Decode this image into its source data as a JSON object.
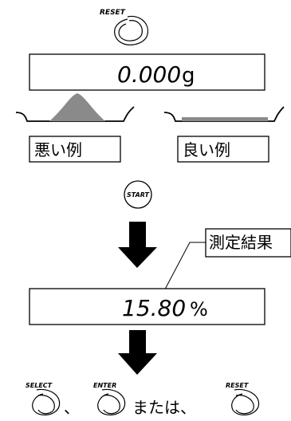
{
  "reset_top": {
    "label": "RESET"
  },
  "display_top": {
    "value": "0.000",
    "unit": "g"
  },
  "pan_bad": {
    "label": "悪い例"
  },
  "pan_good": {
    "label": "良い例"
  },
  "start_button": {
    "label": "START"
  },
  "callout": {
    "label": "測定結果"
  },
  "display_result": {
    "value": "15.80",
    "unit": "%"
  },
  "bottom_keys": {
    "select_label": "SELECT",
    "sep1": "、",
    "enter_label": "ENTER",
    "or_text": "または、",
    "reset_label": "RESET"
  },
  "colors": {
    "pan_fill": "#8a8a8a",
    "line": "#000000"
  }
}
